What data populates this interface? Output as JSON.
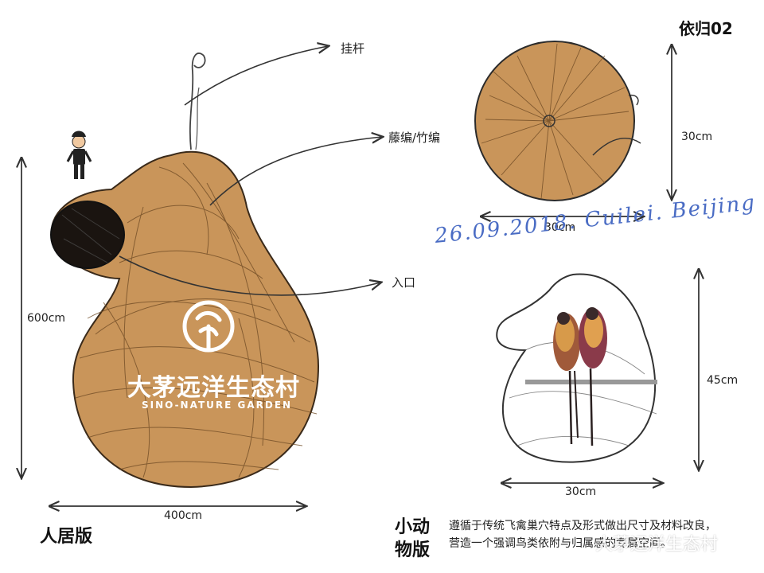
{
  "title": "依归02",
  "labels": {
    "pole": "挂杆",
    "weave": "藤编/竹编",
    "entrance": "入口"
  },
  "dimensions": {
    "human_height": "600cm",
    "human_width": "400cm",
    "top_view_height": "30cm",
    "top_view_width": "30cm",
    "animal_height": "45cm",
    "animal_width": "30cm"
  },
  "captions": {
    "human_version": "人居版",
    "animal_version_line1": "小动",
    "animal_version_line2": "物版"
  },
  "description": {
    "line1": "遵循于传统飞禽巢穴特点及形式做出尺寸及材料改良，",
    "line2": "营造一个强调鸟类依附与归属感的专属空间。"
  },
  "logo": {
    "chinese": "大茅远洋生态村",
    "english": "SINO-NATURE GARDEN"
  },
  "signature": "26.09.2018. Cuilei. Beijing",
  "watermark": "大茅远洋生态村",
  "colors": {
    "nest": "#c9955a",
    "nest_dark": "#8a5a2c",
    "sketch": "#333333",
    "signature": "#4a6cc4"
  }
}
